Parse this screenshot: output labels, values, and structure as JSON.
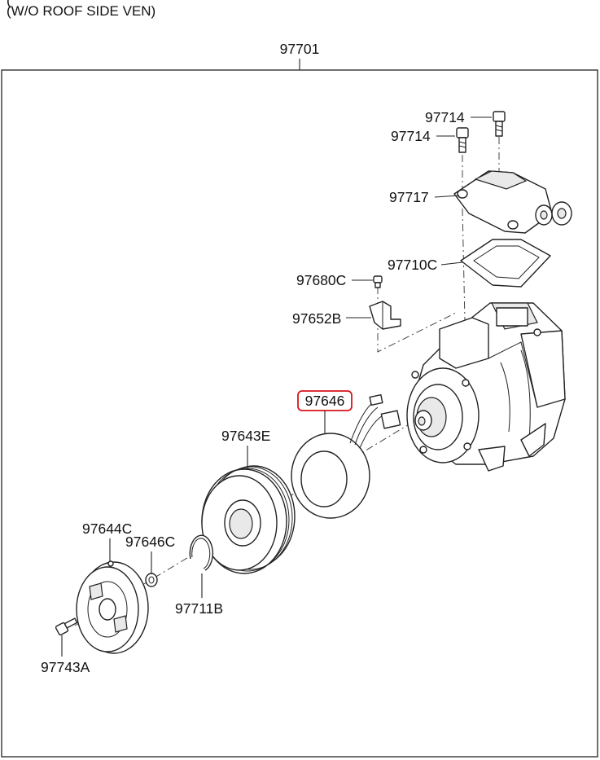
{
  "header": {
    "line1": "(",
    "line2": "(W/O ROOF SIDE VEN)"
  },
  "assembly": {
    "id": "97701"
  },
  "highlighted_part": "97646",
  "parts": [
    {
      "id": "97714"
    },
    {
      "id": "97714"
    },
    {
      "id": "97717"
    },
    {
      "id": "97710C"
    },
    {
      "id": "97680C"
    },
    {
      "id": "97652B"
    },
    {
      "id": "97646"
    },
    {
      "id": "97643E"
    },
    {
      "id": "97644C"
    },
    {
      "id": "97646C"
    },
    {
      "id": "97711B"
    },
    {
      "id": "97743A"
    }
  ],
  "colors": {
    "highlight": "#d8141c",
    "line": "#222222"
  }
}
